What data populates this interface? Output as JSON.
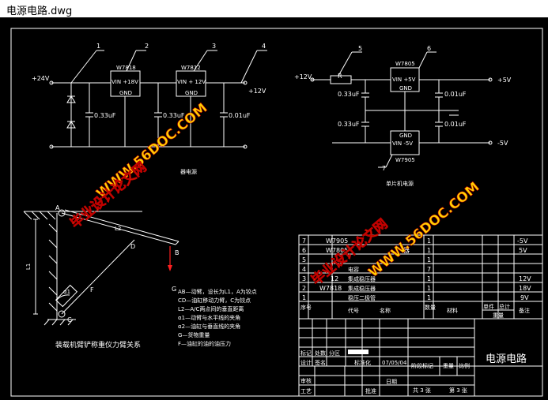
{
  "window": {
    "title": "电源电路.dwg"
  },
  "colors": {
    "background": "#000000",
    "line": "#ffffff",
    "accent_red": "#ff2020",
    "watermark": "#f5c000"
  },
  "power_circuit": {
    "label_1": "1",
    "label_2": "2",
    "label_3": "3",
    "label_4": "4",
    "input_voltage": "+24V",
    "output_voltage": "+12V",
    "reg1_name": "W7818",
    "reg1_pins": "VIN +18V",
    "reg1_gnd": "GND",
    "reg2_name": "W7812",
    "reg2_pins": "VIN + 12V",
    "reg2_gnd": "GND",
    "cap1": "0.33uF",
    "cap2": "0.33uF",
    "cap3": "0.01uF",
    "caption": "器电源"
  },
  "mcu_circuit": {
    "label_5": "5",
    "label_6": "6",
    "label_7": "7",
    "input_voltage": "+12V",
    "resistor": "R",
    "reg_pos_name": "W7805",
    "reg_pos_pins": "VIN +5V",
    "reg_pos_gnd": "GND",
    "reg_neg_name": "W7905",
    "reg_neg_pins": "VIN -5V",
    "reg_neg_gnd": "GND",
    "out_pos": "+5V",
    "out_neg": "-5V",
    "cap1": "0.33uF",
    "cap2": "0.01uF",
    "cap3": "0.33uF",
    "cap4": "0.01uF",
    "caption": "单片机电源"
  },
  "arm_diagram": {
    "point_a": "A",
    "point_b": "B",
    "point_c": "C",
    "point_d": "D",
    "point_f": "F",
    "point_g": "G",
    "label_l2": "L2",
    "label_l1": "L1",
    "label_a1": "α1",
    "caption": "装载机臂铲称重仪力臂关系",
    "notes": [
      "AB—动臂，设长为L1，A为铰点",
      "CD—油缸移动力臂，C为铰点",
      "L2—A/C两点间的垂直距离",
      "α1—动臂与水平线的夹角",
      "α2—油缸与垂直线的夹角",
      "G—货物重量",
      "F—油缸的油的油压力"
    ]
  },
  "bom": {
    "rows": [
      {
        "no": "7",
        "code": "W7905",
        "name": "",
        "qty": "1",
        "note": "-5V"
      },
      {
        "no": "6",
        "code": "W7805",
        "name": "器",
        "qty": "1",
        "note": "5V"
      },
      {
        "no": "5",
        "code": "",
        "name": "",
        "qty": "1",
        "note": ""
      },
      {
        "no": "4",
        "code": "",
        "name": "电容",
        "qty": "7",
        "note": ""
      },
      {
        "no": "3",
        "code": "12",
        "name": "集成稳压器",
        "qty": "1",
        "note": "12V"
      },
      {
        "no": "2",
        "code": "W7818",
        "name": "集成稳压器",
        "qty": "1",
        "note": "18V"
      },
      {
        "no": "1",
        "code": "",
        "name": "稳压二极管",
        "qty": "1",
        "note": "9V"
      }
    ],
    "header": {
      "no": "序号",
      "code": "代号",
      "name": "名称",
      "qty": "数量",
      "material": "材料",
      "single": "单件",
      "total": "总计",
      "weight": "重量",
      "remark": "备注"
    }
  },
  "title_block": {
    "drawing_title": "电源电路",
    "mark": "标记",
    "count": "处数",
    "zone": "分区",
    "design": "设计",
    "signature": "签名",
    "standard": "标准化",
    "date": "07/05/04",
    "stage_mark": "阶段标记",
    "weight": "重量",
    "scale": "比例",
    "review": "审核",
    "process": "工艺",
    "approve": "批准",
    "date2": "日期",
    "sheets": "共 3 张",
    "sheet_no": "第 3 张"
  },
  "watermarks": {
    "brand": "毕业设计论文网",
    "url": "WWW.56DOC.COM"
  }
}
